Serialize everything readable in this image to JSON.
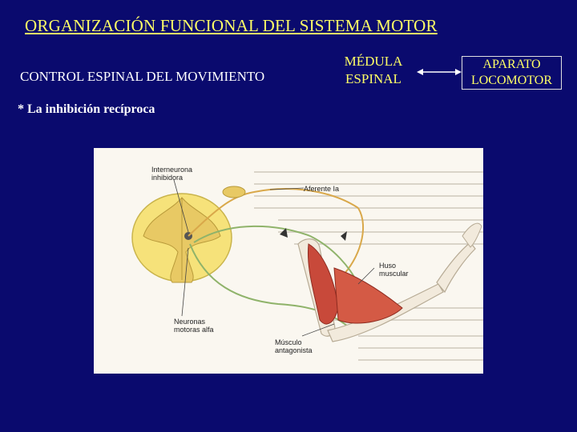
{
  "header": {
    "title": "ORGANIZACIÓN FUNCIONAL DEL SISTEMA MOTOR",
    "subtitle": "CONTROL ESPINAL DEL MOVIMIENTO",
    "bullet": "* La inhibición recíproca"
  },
  "boxes": {
    "medula_line1": "MÉDULA",
    "medula_line2": "ESPINAL",
    "aparato_line1": "APARATO",
    "aparato_line2": "LOCOMOTOR"
  },
  "figure_labels": {
    "interneurona_line1": "Interneurona",
    "interneurona_line2": "inhibidora",
    "aferente": "Aferente Ia",
    "huso_line1": "Huso",
    "huso_line2": "muscular",
    "neuronas_line1": "Neuronas",
    "neuronas_line2": "motoras alfa",
    "musculo_line1": "Músculo",
    "musculo_line2": "antagonista"
  },
  "colors": {
    "background": "#0a0a6e",
    "title": "#ffff66",
    "text": "#ffffff",
    "spinal_cord": "#f6e27a",
    "muscle": "#c8493a",
    "bone": "#f2eadc",
    "nerve": "#8fb36a"
  }
}
